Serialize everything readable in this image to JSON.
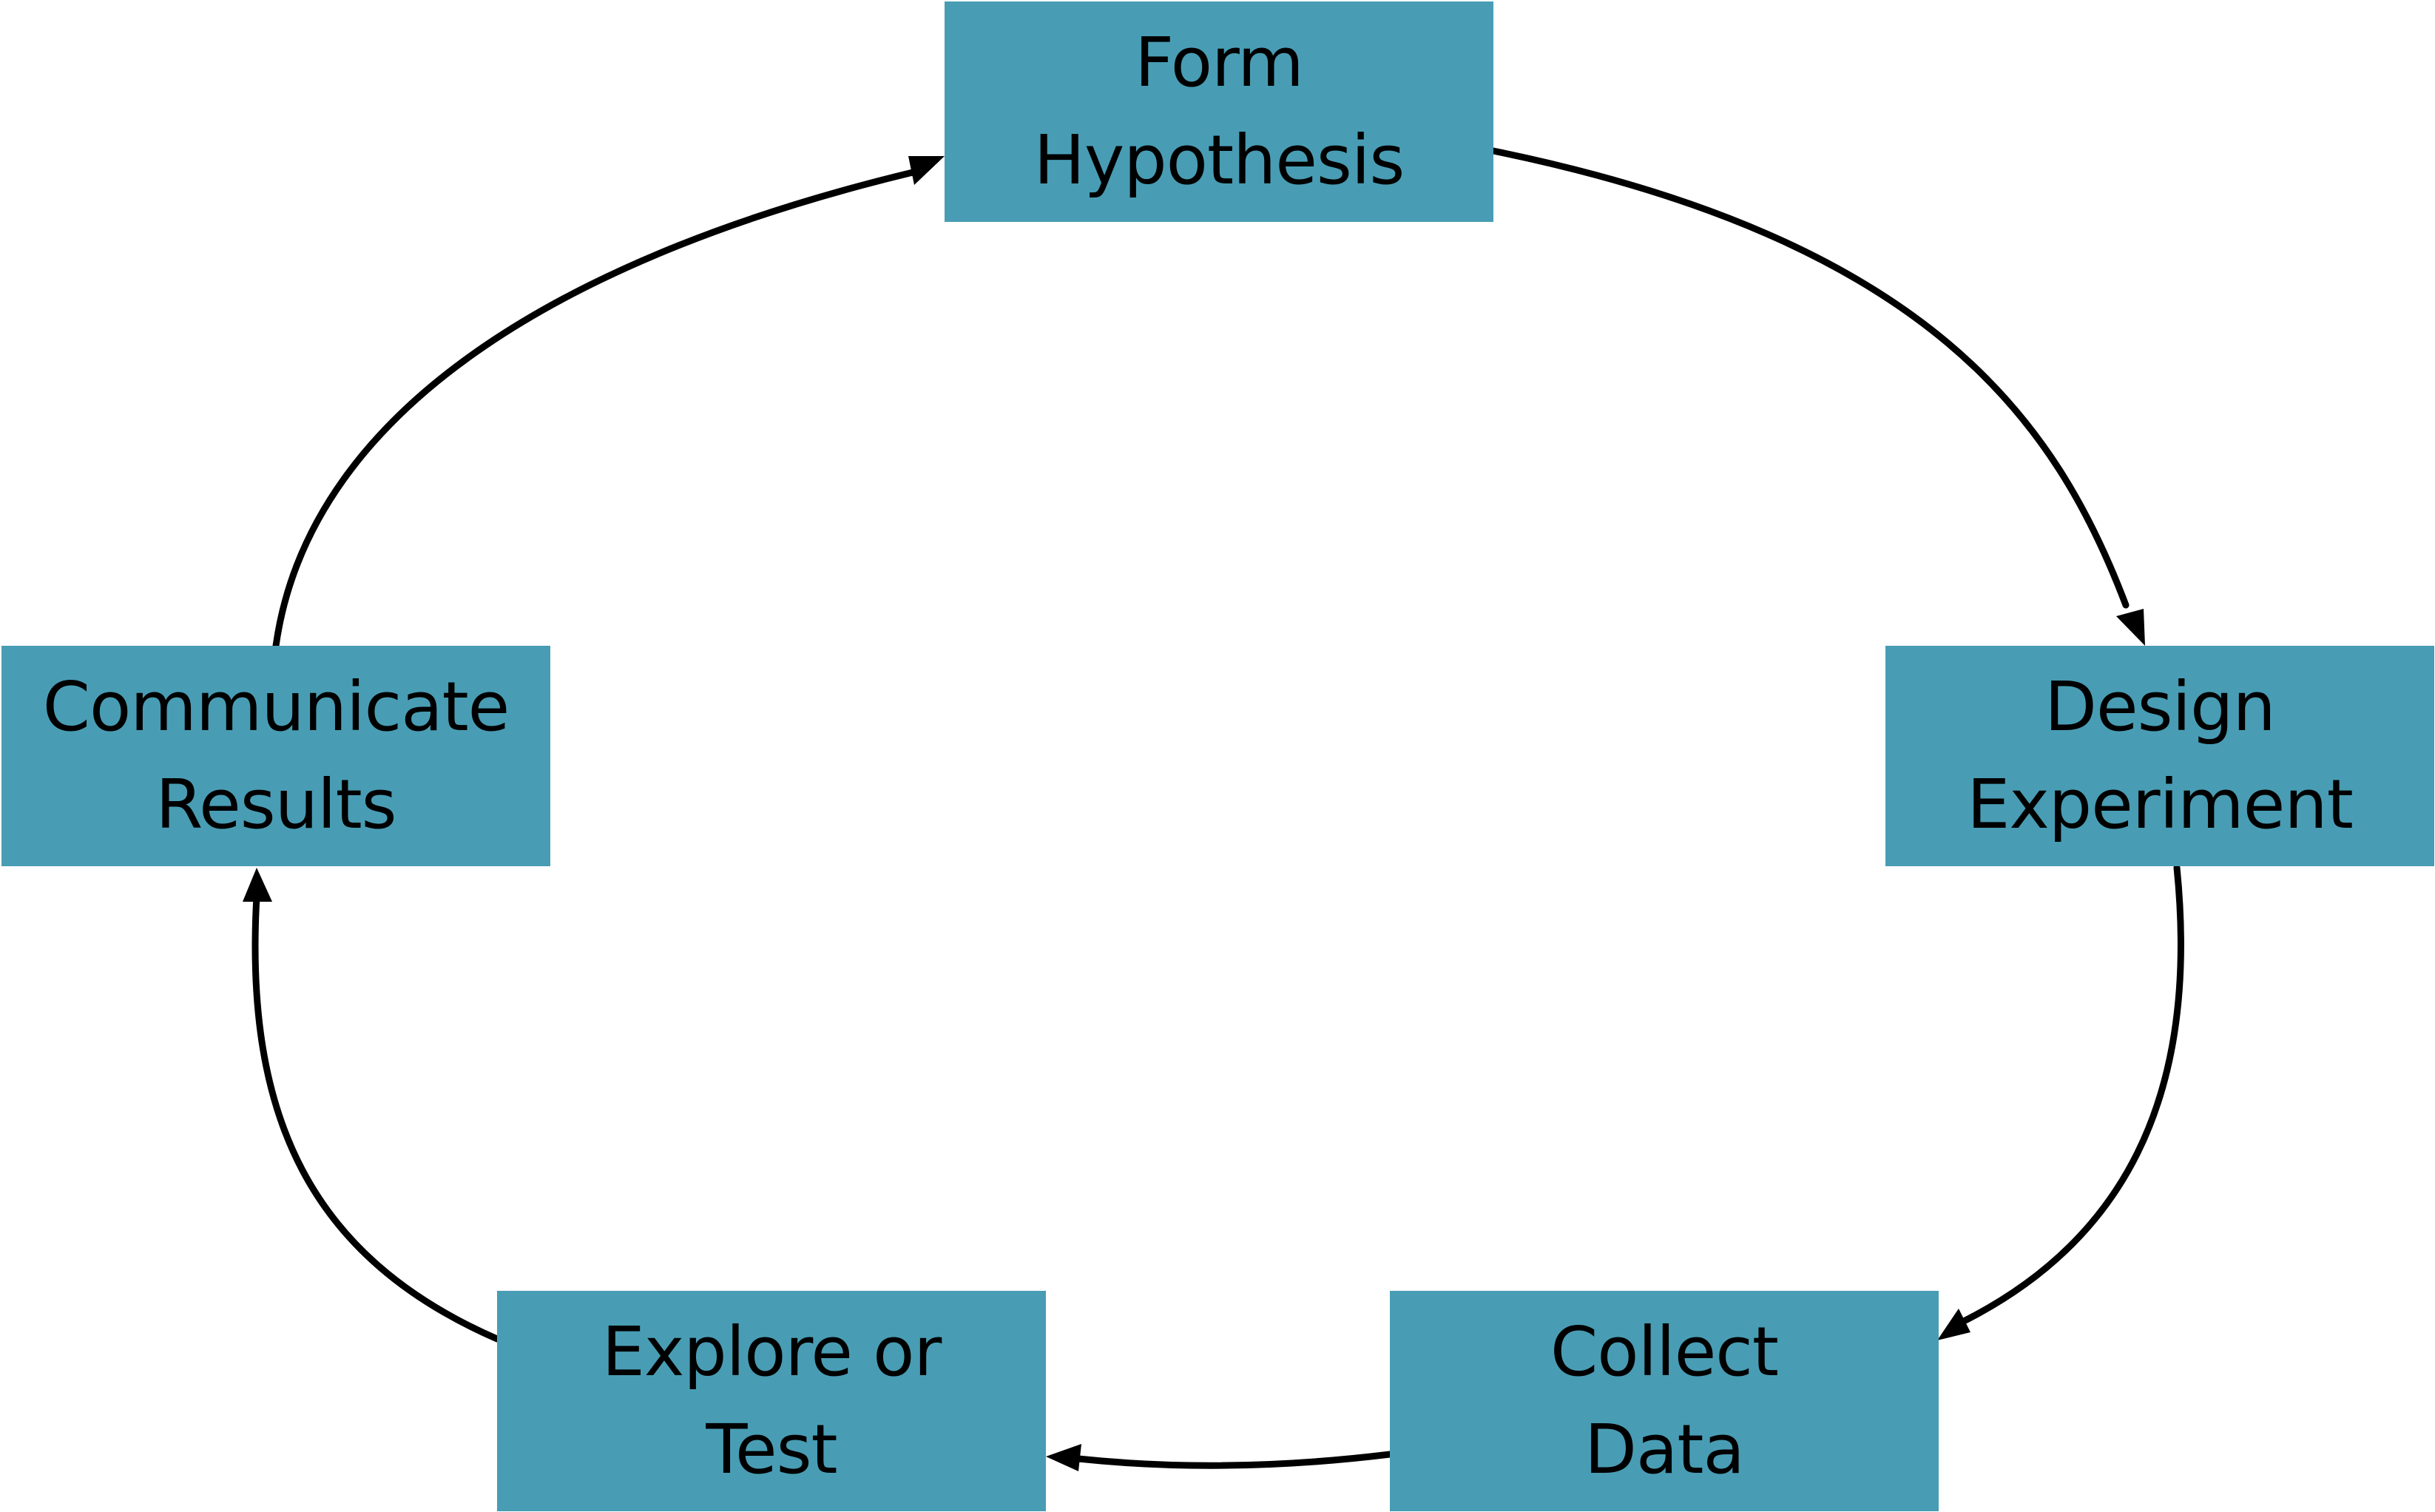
{
  "diagram": {
    "box_color": "#489db4",
    "text_color": "#000000",
    "arrow_color": "#000000",
    "steps": [
      {
        "id": "form-hypothesis",
        "lines": [
          "Form",
          "Hypothesis"
        ]
      },
      {
        "id": "design-experiment",
        "lines": [
          "Design",
          "Experiment"
        ]
      },
      {
        "id": "collect-data",
        "lines": [
          "Collect",
          "Data"
        ]
      },
      {
        "id": "explore-or-test",
        "lines": [
          "Explore or",
          "Test"
        ]
      },
      {
        "id": "communicate-results",
        "lines": [
          "Communicate",
          "Results"
        ]
      }
    ],
    "connections": [
      {
        "from": "form-hypothesis",
        "to": "design-experiment"
      },
      {
        "from": "design-experiment",
        "to": "collect-data"
      },
      {
        "from": "collect-data",
        "to": "explore-or-test"
      },
      {
        "from": "explore-or-test",
        "to": "communicate-results"
      },
      {
        "from": "communicate-results",
        "to": "form-hypothesis"
      }
    ]
  }
}
